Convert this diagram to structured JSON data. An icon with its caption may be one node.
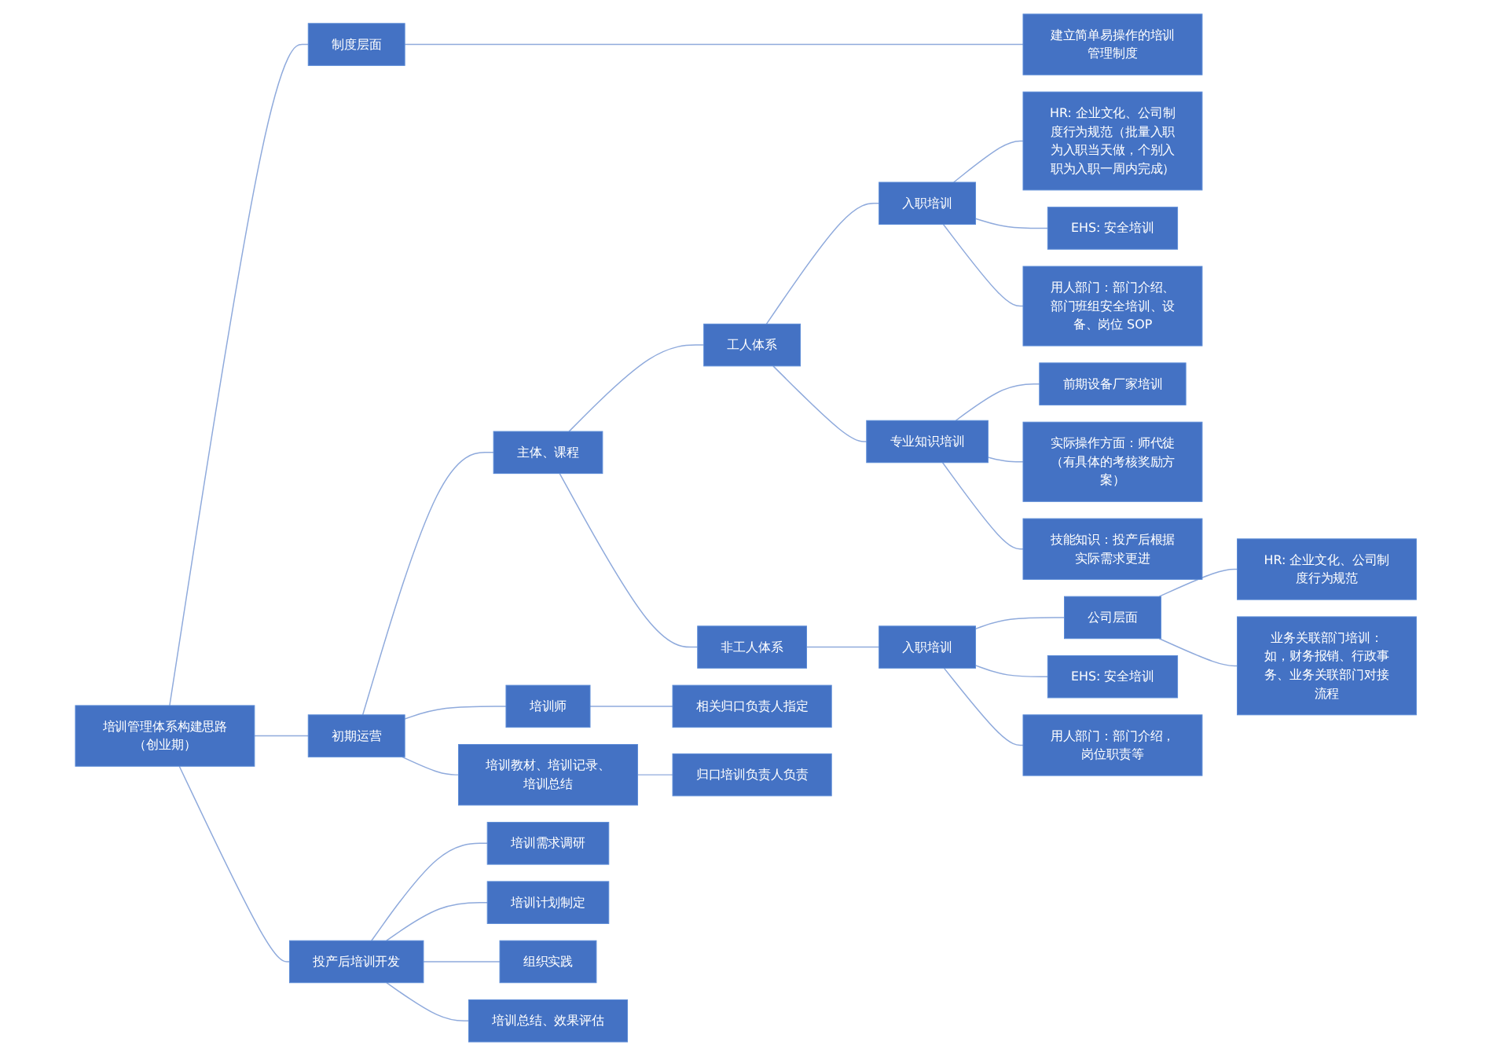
{
  "diagram": {
    "nodes": [
      {
        "text": [
          "培训管理体系构建思路（创业期）"
        ]
      },
      {
        "text": [
          "制度层面"
        ]
      },
      {
        "text": [
          "建立简单易操作的培训管理制度"
        ]
      },
      {
        "text": [
          "初期运营"
        ]
      },
      {
        "text": [
          "主体、课程"
        ]
      },
      {
        "text": [
          "工人体系"
        ]
      },
      {
        "text": [
          "入职培训"
        ]
      },
      {
        "text": [
          "HR: 企业文化、公司制度行为规范（批量入职为入职当天做，个别入职为入职一周内完成）"
        ]
      },
      {
        "text": [
          "EHS: 安全培训"
        ]
      },
      {
        "text": [
          "用人部门：部门介绍、部门班组安全培训、设备、岗位 SOP"
        ]
      },
      {
        "text": [
          "专业知识培训"
        ]
      },
      {
        "text": [
          "前期设备厂家培训"
        ]
      },
      {
        "text": [
          "实际操作方面：师代徒（有具体的考核奖励方案）"
        ]
      },
      {
        "text": [
          "技能知识：投产后根据实际需求更进"
        ]
      },
      {
        "text": [
          "非工人体系"
        ]
      },
      {
        "text": [
          "入职培训"
        ]
      },
      {
        "text": [
          "公司层面"
        ]
      },
      {
        "text": [
          "HR: 企业文化、公司制度行为规范"
        ]
      },
      {
        "text": [
          "业务关联部门培训：如，财务报销、行政事务、业务关联部门对接流程"
        ]
      },
      {
        "text": [
          "EHS: 安全培训"
        ]
      },
      {
        "text": [
          "用人部门：部门介绍，岗位职责等"
        ]
      },
      {
        "text": [
          "培训师"
        ]
      },
      {
        "text": [
          "相关归口负责人指定"
        ]
      },
      {
        "text": [
          "培训教材、培训记录、培训总结"
        ]
      },
      {
        "text": [
          "归口培训负责人负责"
        ]
      },
      {
        "text": [
          "投产后培训开发"
        ]
      },
      {
        "text": [
          "培训需求调研"
        ]
      },
      {
        "text": [
          "培训计划制定"
        ]
      },
      {
        "text": [
          "组织实践"
        ]
      },
      {
        "text": [
          "培训总结、效果评估"
        ]
      }
    ],
    "edges": [
      {
        "from": 0,
        "to": 1,
        "arrow": "none"
      },
      {
        "from": 1,
        "to": 2,
        "arrow": "none"
      },
      {
        "from": 0,
        "to": 3,
        "arrow": "none"
      },
      {
        "from": 3,
        "to": 4,
        "arrow": "none"
      },
      {
        "from": 4,
        "to": 5,
        "arrow": "none"
      },
      {
        "from": 5,
        "to": 6,
        "arrow": "none"
      },
      {
        "from": 6,
        "to": 7,
        "arrow": "none"
      },
      {
        "from": 6,
        "to": 8,
        "arrow": "none"
      },
      {
        "from": 6,
        "to": 9,
        "arrow": "none"
      },
      {
        "from": 5,
        "to": 10,
        "arrow": "none"
      },
      {
        "from": 10,
        "to": 11,
        "arrow": "none"
      },
      {
        "from": 10,
        "to": 12,
        "arrow": "none"
      },
      {
        "from": 10,
        "to": 13,
        "arrow": "none"
      },
      {
        "from": 4,
        "to": 14,
        "arrow": "none"
      },
      {
        "from": 14,
        "to": 15,
        "arrow": "none"
      },
      {
        "from": 15,
        "to": 16,
        "arrow": "none"
      },
      {
        "from": 16,
        "to": 17,
        "arrow": "none"
      },
      {
        "from": 16,
        "to": 18,
        "arrow": "none"
      },
      {
        "from": 15,
        "to": 19,
        "arrow": "none"
      },
      {
        "from": 15,
        "to": 20,
        "arrow": "none"
      },
      {
        "from": 3,
        "to": 21,
        "arrow": "none"
      },
      {
        "from": 21,
        "to": 22,
        "arrow": "none"
      },
      {
        "from": 3,
        "to": 23,
        "arrow": "none"
      },
      {
        "from": 23,
        "to": 24,
        "arrow": "none"
      },
      {
        "from": 0,
        "to": 25,
        "arrow": "none"
      },
      {
        "from": 25,
        "to": 26,
        "arrow": "none"
      },
      {
        "from": 25,
        "to": 27,
        "arrow": "none"
      },
      {
        "from": 25,
        "to": 28,
        "arrow": "none"
      },
      {
        "from": 25,
        "to": 29,
        "arrow": "none"
      }
    ]
  }
}
